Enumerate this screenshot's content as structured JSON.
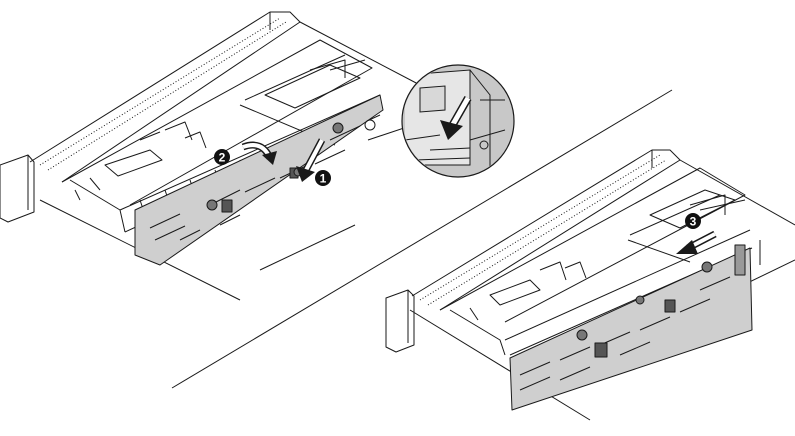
{
  "diagram": {
    "steps": [
      {
        "number": "1",
        "symbol": "❶"
      },
      {
        "number": "2",
        "symbol": "❷"
      },
      {
        "number": "3",
        "symbol": "❸"
      }
    ],
    "colors": {
      "line": "#1a1a1a",
      "panel_fill": "#cfcfcf",
      "callout_fill": "#c8c8c8",
      "badge": "#111111",
      "background": "#ffffff"
    },
    "icons": [
      "arrow-down-icon",
      "arrow-curve-icon",
      "arrow-left-icon"
    ]
  }
}
